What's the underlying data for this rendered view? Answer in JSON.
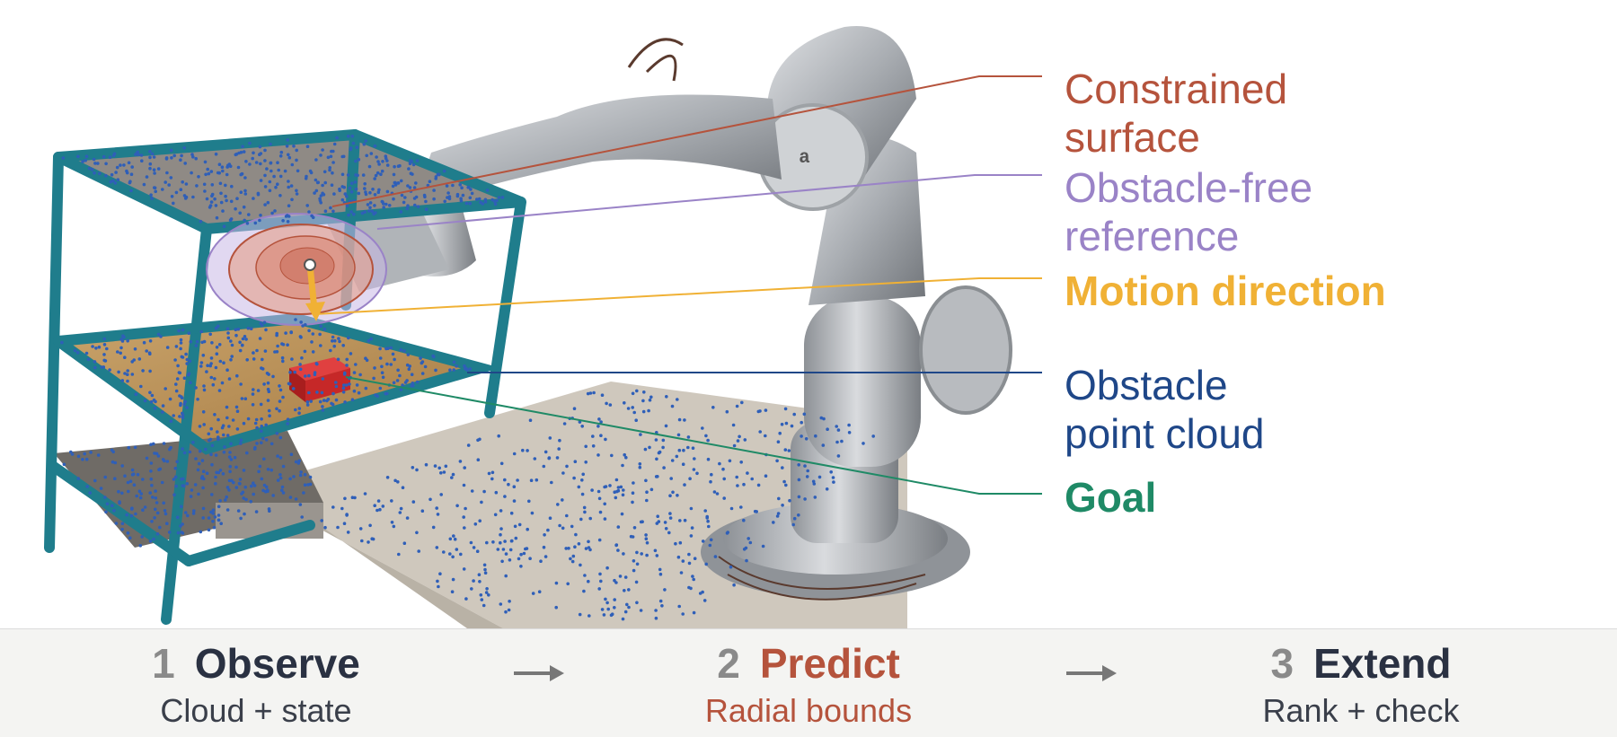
{
  "labels": {
    "constrained_surface": {
      "text": "Constrained\nsurface",
      "color": "#b5533c"
    },
    "obstacle_free_reference": {
      "text": "Obstacle-free\nreference",
      "color": "#9a83c7"
    },
    "motion_direction": {
      "text": "Motion direction",
      "color": "#f0b135"
    },
    "obstacle_point_cloud": {
      "text": "Obstacle\npoint cloud",
      "color": "#1f4788"
    },
    "goal": {
      "text": "Goal",
      "color": "#1f8a66"
    }
  },
  "steps": [
    {
      "number": "1",
      "title": "Observe",
      "subtitle": "Cloud + state",
      "title_color": "#2a3142",
      "subtitle_color": "#3a3f4a"
    },
    {
      "number": "2",
      "title": "Predict",
      "subtitle": "Radial bounds",
      "title_color": "#b5533c",
      "subtitle_color": "#b5533c"
    },
    {
      "number": "3",
      "title": "Extend",
      "subtitle": "Rank + check",
      "title_color": "#2a3142",
      "subtitle_color": "#3a3f4a"
    }
  ],
  "colors": {
    "shelf_frame": "#1f7d8c",
    "robot_arm": "#a9adb2",
    "point_cloud": "#2f5fb8",
    "goal_block": "#c62828"
  }
}
